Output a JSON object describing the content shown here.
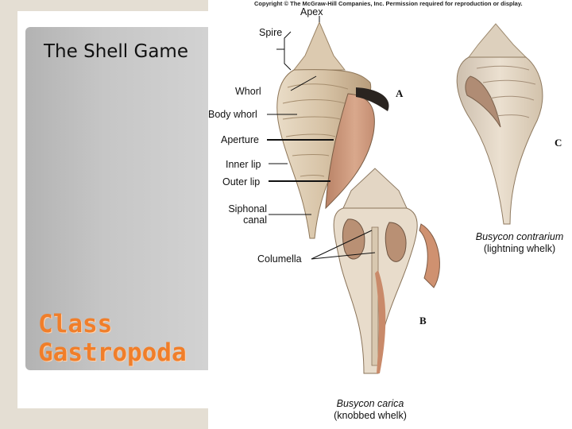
{
  "slide": {
    "title": "The Shell Game",
    "heading_line1": "Class",
    "heading_line2": "Gastropoda"
  },
  "diagram": {
    "copyright": "Copyright © The McGraw-Hill Companies, Inc. Permission required for reproduction or display.",
    "labels": {
      "apex": "Apex",
      "spire": "Spire",
      "whorl": "Whorl",
      "body_whorl": "Body whorl",
      "aperture": "Aperture",
      "inner_lip": "Inner lip",
      "outer_lip": "Outer lip",
      "siphonal_canal_1": "Siphonal",
      "siphonal_canal_2": "canal",
      "columella": "Columella"
    },
    "figures": {
      "a": "A",
      "b": "B",
      "c": "C"
    },
    "captions": {
      "contrarium_name": "Busycon contrarium",
      "contrarium_common": "(lightning whelk)",
      "carica_name": "Busycon carica",
      "carica_common": "(knobbed whelk)"
    }
  }
}
